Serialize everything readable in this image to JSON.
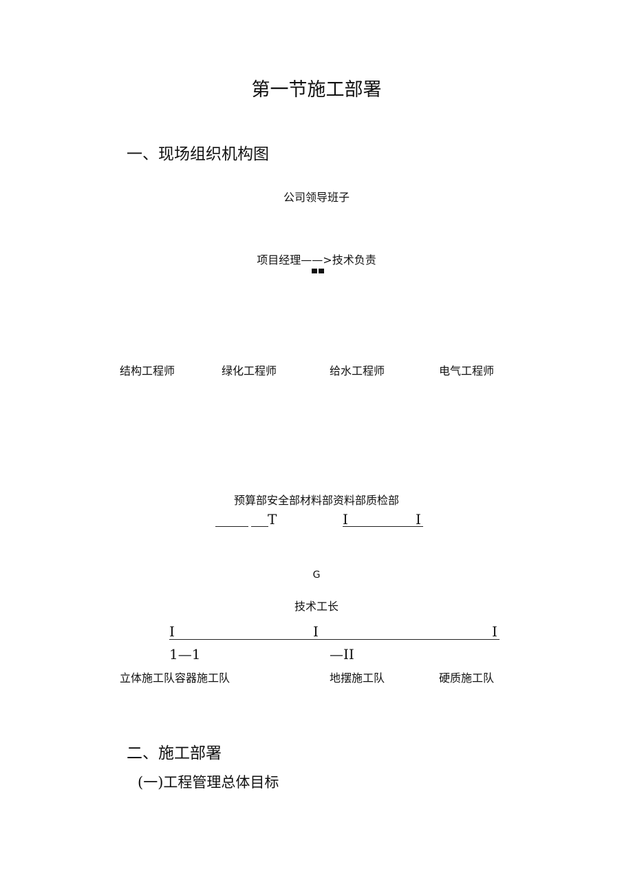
{
  "page": {
    "title": "第一节施工部署",
    "section1_heading": "一、现场组织机构图",
    "section2_heading": "二、施工部署",
    "subsection_heading": "(一)工程管理总体目标"
  },
  "org_chart": {
    "top": "公司领导班子",
    "manager_row": "项目经理——>技术负责",
    "engineers": [
      "结构工程师",
      "绿化工程师",
      "给水工程师",
      "电气工程师"
    ],
    "departments": "预算部安全部材料部资料部质检部",
    "dept_line_left_tail": "T",
    "dept_line_right_left": "I",
    "dept_line_right_right": "I",
    "g_mark": "G",
    "foreman": "技术工长",
    "bracket_marks": [
      "I",
      "I",
      "I"
    ],
    "sub_marks_left": "1—1",
    "sub_marks_mid": "—II",
    "teams_left": "立体施工队容器施工队",
    "teams_mid": "地摆施工队",
    "teams_right": "硬质施工队"
  }
}
